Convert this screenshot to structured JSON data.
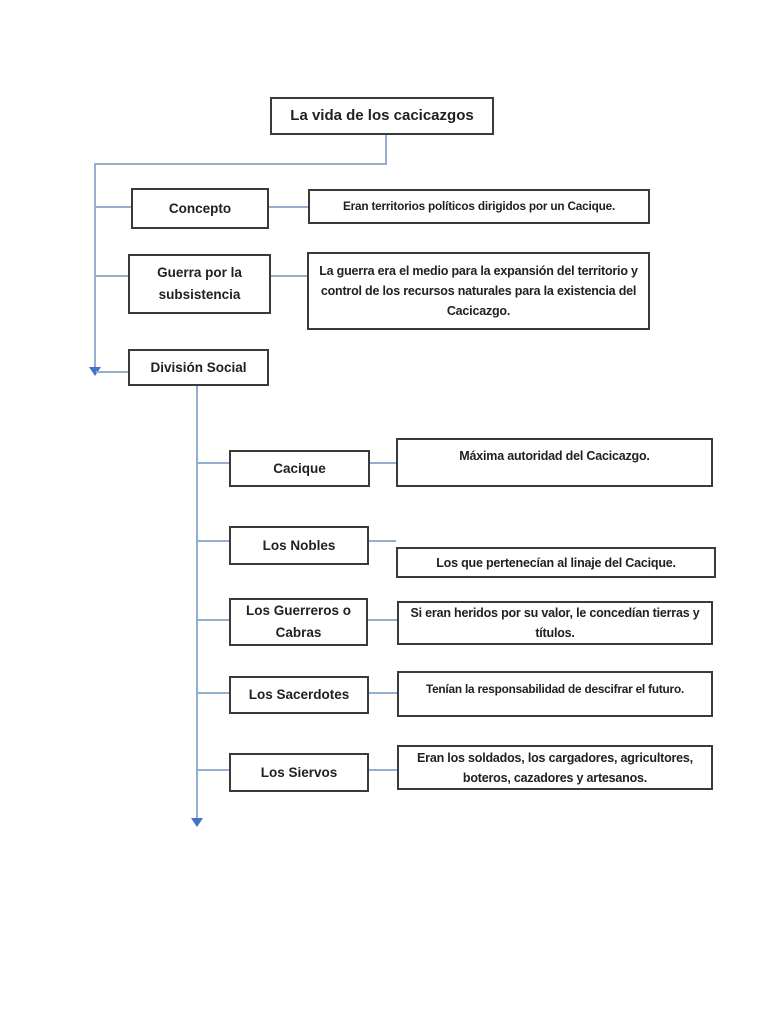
{
  "title": "La vida de los cacicazgos",
  "branches": [
    {
      "label": "Concepto",
      "description": "Eran territorios políticos dirigidos por un Cacique."
    },
    {
      "label": "Guerra por la subsistencia",
      "description": "La guerra era el medio para la expansión del territorio y control de los recursos naturales para la existencia del Cacicazgo."
    },
    {
      "label": "División Social"
    }
  ],
  "social_division": [
    {
      "label": "Cacique",
      "description": "Máxima autoridad del Cacicazgo."
    },
    {
      "label": "Los Nobles",
      "description": "Los que pertenecían al linaje del Cacique."
    },
    {
      "label": "Los Guerreros o Cabras",
      "description": "Si eran heridos por su valor, le concedían tierras y títulos."
    },
    {
      "label": "Los Sacerdotes",
      "description": "Tenían la responsabilidad de descifrar el futuro."
    },
    {
      "label": "Los Siervos",
      "description": "Eran los soldados, los cargadores, agricultores, boteros, cazadores y artesanos."
    }
  ],
  "colors": {
    "connector": "#94aed1",
    "arrow": "#4472c4",
    "border": "#3a3a3a",
    "text": "#212121",
    "page": "#ffffff"
  }
}
